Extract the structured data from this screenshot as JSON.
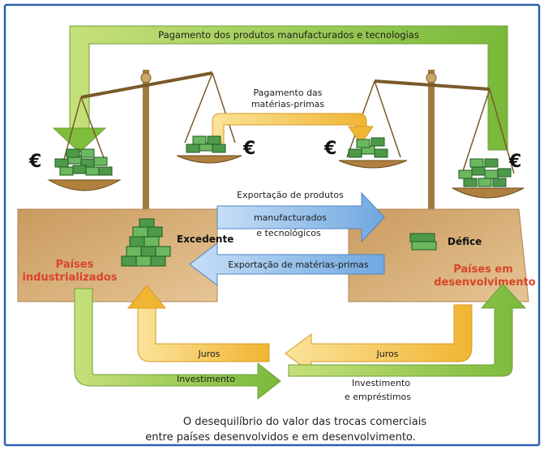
{
  "labels": {
    "top_arrow": "Pagamento dos produtos manufacturados e tecnologias",
    "raw_payment_line1": "Pagamento das",
    "raw_payment_line2": "matérias-primas",
    "export_manuf_line1": "Exportação de produtos",
    "export_manuf_line2": "manufacturados",
    "export_manuf_line3": "e tecnológicos",
    "export_raw": "Exportação de matérias-primas",
    "excedente": "Excedente",
    "defice": "Défice",
    "industrial_line1": "Países",
    "industrial_line2": "industrializados",
    "developing_line1": "Países em",
    "developing_line2": "desenvolvimento",
    "juros_left": "Juros",
    "juros_right": "Juros",
    "investimento_left": "Investimento",
    "investimento_right_line1": "Investimento",
    "investimento_right_line2": "e empréstimos",
    "euro_symbol": "€",
    "caption_line1": "O desequilíbrio do valor das trocas comerciais",
    "caption_line2": "entre países desenvolvidos e em desenvolvimento."
  },
  "colors": {
    "green_arrow": "#8cc63f",
    "yellow_arrow": "#f5c242",
    "blue_arrow": "#8fbde8",
    "platform": "#d8b07e",
    "frame": "#2f5fb0",
    "accent_red": "#d9442a"
  }
}
